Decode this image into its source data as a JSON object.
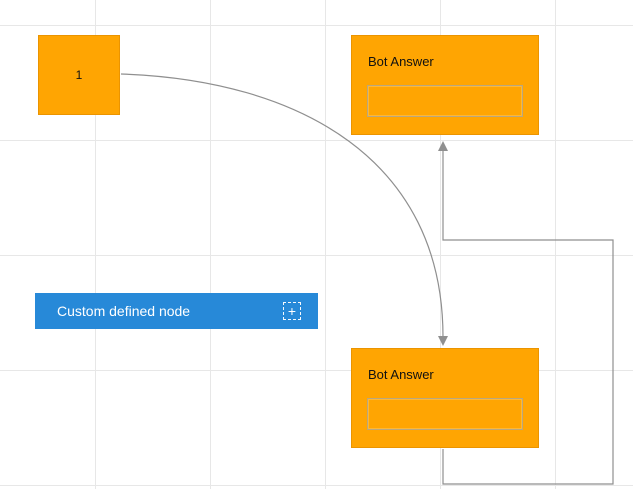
{
  "canvas": {
    "type": "diagram-grid-canvas"
  },
  "nodes": {
    "node1": {
      "label": "1"
    },
    "bot_answer_top": {
      "title": "Bot Answer"
    },
    "bot_answer_bottom": {
      "title": "Bot Answer"
    },
    "custom_node": {
      "label": "Custom defined node",
      "icon": "add-icon",
      "icon_glyph": "+"
    }
  },
  "colors": {
    "node_orange": "#ffa502",
    "node_orange_border": "#eb9400",
    "node_blue": "#2789d8",
    "connector_gray": "#8f8f8f",
    "grid_line": "#e7e7e7",
    "text_dark": "#111111",
    "text_light": "#ffffff"
  }
}
